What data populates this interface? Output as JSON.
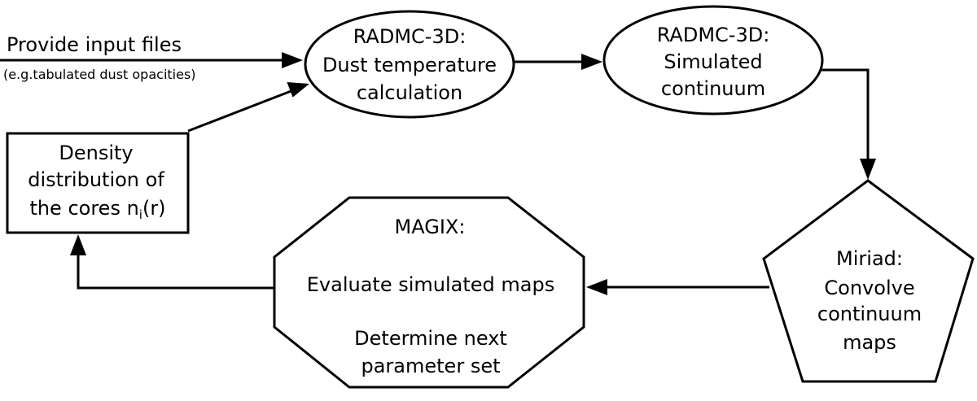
{
  "input": {
    "line1": "Provide input files",
    "line2": "(e.g.tabulated dust opacities)"
  },
  "radmc_temp": {
    "line1": "RADMC-3D:",
    "line2": "Dust temperature",
    "line3": "calculation"
  },
  "radmc_cont": {
    "line1": "RADMC-3D:",
    "line2": "Simulated",
    "line3": "continuum"
  },
  "density": {
    "line1": "Density",
    "line2": "distribution of",
    "line3_prefix": "the cores n",
    "line3_sub": "i",
    "line3_suffix": "(r)"
  },
  "magix": {
    "title": "MAGIX:",
    "line1": "Evaluate simulated maps",
    "line2": "Determine next",
    "line3": "parameter set"
  },
  "miriad": {
    "line1": "Miriad:",
    "line2": "Convolve",
    "line3": "continuum",
    "line4": "maps"
  }
}
